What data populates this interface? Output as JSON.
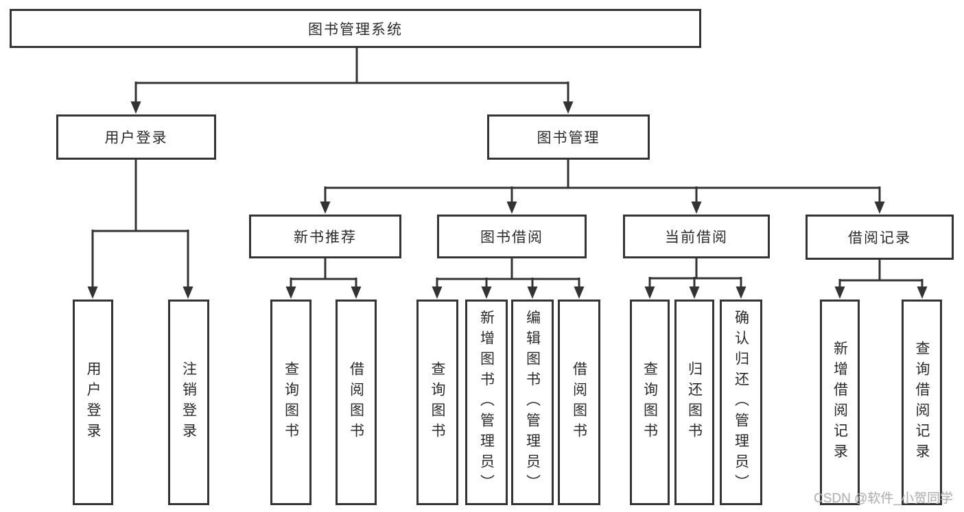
{
  "colors": {
    "line": "#333333",
    "box_border": "#333333",
    "background": "#ffffff",
    "text": "#2a2a2a",
    "watermark": "#b3b3b3"
  },
  "watermark": {
    "text": "CSDN @软件_小贺同学"
  },
  "tree": {
    "root": {
      "label": "图书管理系统"
    },
    "branches": [
      {
        "label": "用户登录",
        "children": [
          {
            "label": "用户登录"
          },
          {
            "label": "注销登录"
          }
        ]
      },
      {
        "label": "图书管理",
        "sections": [
          {
            "label": "新书推荐",
            "children": [
              {
                "label": "查询图书"
              },
              {
                "label": "借阅图书"
              }
            ]
          },
          {
            "label": "图书借阅",
            "children": [
              {
                "label": "查询图书"
              },
              {
                "label": "新增图书（管理员）"
              },
              {
                "label": "编辑图书（管理员）"
              },
              {
                "label": "借阅图书"
              }
            ]
          },
          {
            "label": "当前借阅",
            "children": [
              {
                "label": "查询图书"
              },
              {
                "label": "归还图书"
              },
              {
                "label": "确认归还（管理员）"
              }
            ]
          },
          {
            "label": "借阅记录",
            "children": [
              {
                "label": "新增借阅记录"
              },
              {
                "label": "查询借阅记录"
              }
            ]
          }
        ]
      }
    ]
  }
}
